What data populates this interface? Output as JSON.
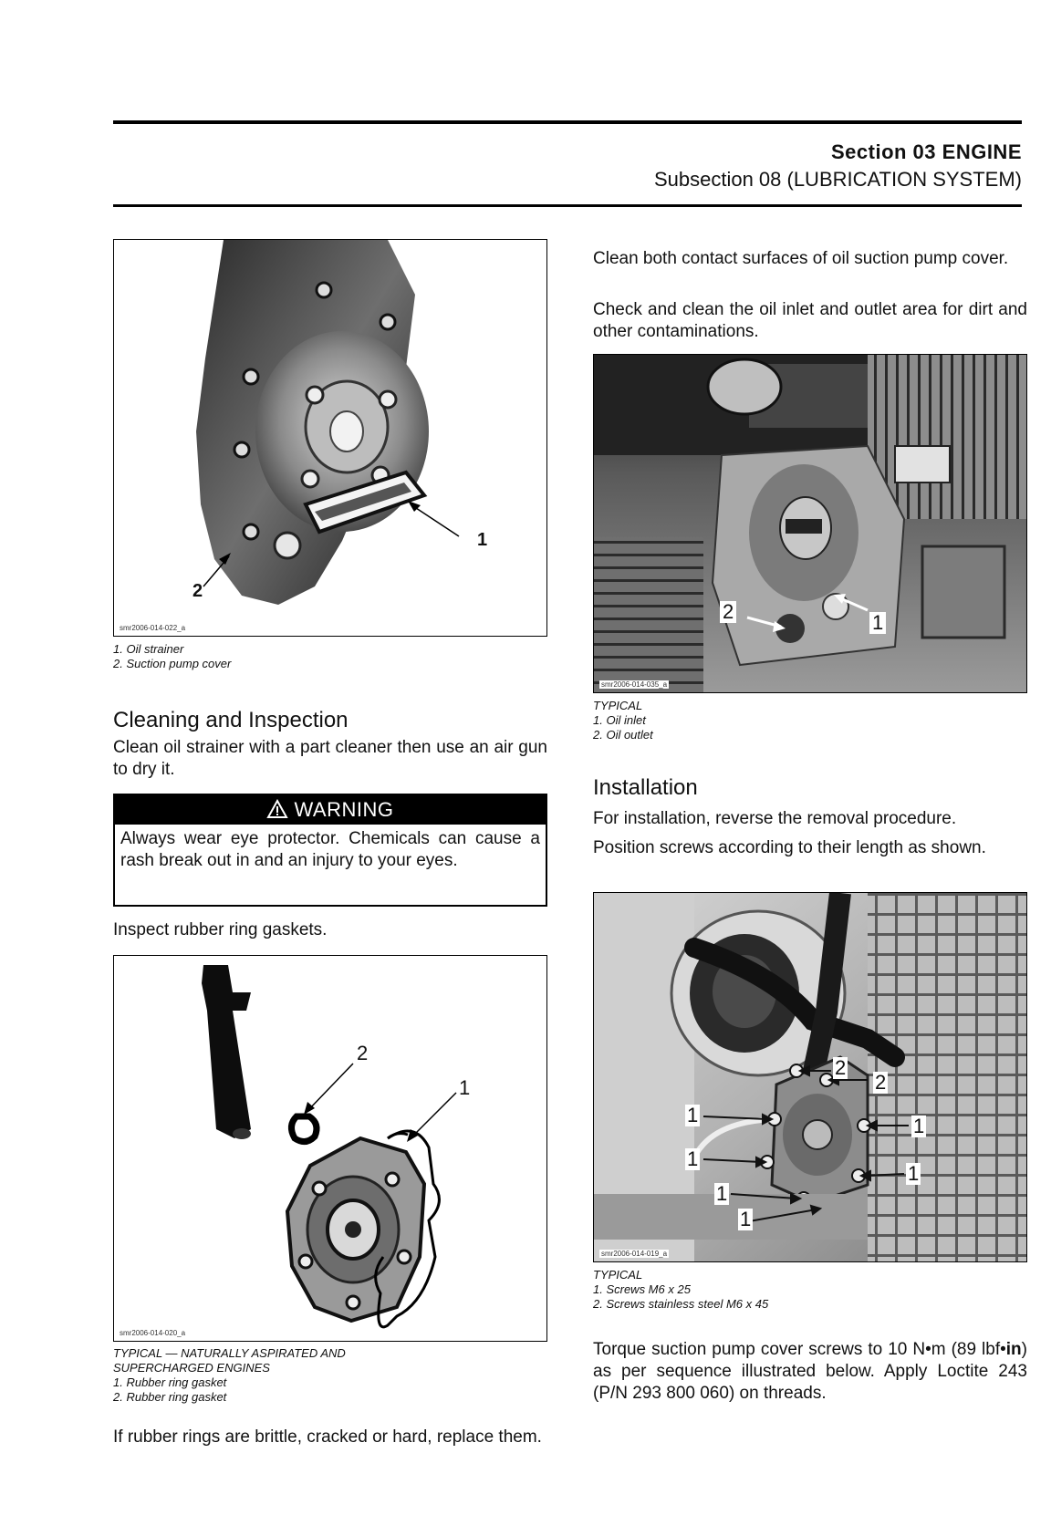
{
  "header": {
    "section": "Section 03 ENGINE",
    "subsection": "Subsection 08 (LUBRICATION SYSTEM)"
  },
  "figure1": {
    "code": "smr2006-014-022_a",
    "labels": [
      "1",
      "2"
    ],
    "caption": [
      "1. Oil strainer",
      "2. Suction pump cover"
    ]
  },
  "cleaning": {
    "heading": "Cleaning and Inspection",
    "para1": "Clean oil strainer with a part cleaner then use an air gun to dry it.",
    "warning_title": "WARNING",
    "warning_text": "Always wear eye protector. Chemicals can cause a rash break out in and an injury to your eyes.",
    "para2": "Inspect rubber ring gaskets."
  },
  "figure2": {
    "code": "smr2006-014-020_a",
    "labels": [
      "1",
      "2"
    ],
    "caption_title": "TYPICAL — NATURALLY ASPIRATED AND SUPERCHARGED ENGINES",
    "caption": [
      "1. Rubber ring gasket",
      "2. Rubber ring gasket"
    ]
  },
  "left_footer": "If rubber rings are brittle, cracked or hard, replace them.",
  "right_top": {
    "para1": "Clean both contact surfaces of oil suction pump cover.",
    "para2": "Check and clean the oil inlet and outlet area for dirt and other contaminations."
  },
  "figure3": {
    "code": "smr2006-014-035_a",
    "labels": [
      "2",
      "1"
    ],
    "caption_title": "TYPICAL",
    "caption": [
      "1. Oil inlet",
      "2. Oil outlet"
    ]
  },
  "installation": {
    "heading": "Installation",
    "para1": "For installation, reverse the removal procedure.",
    "para2": "Position screws according to their length as shown."
  },
  "figure4": {
    "code": "smr2006-014-019_a",
    "labels": [
      "2",
      "2",
      "1",
      "1",
      "1",
      "1",
      "1",
      "1"
    ],
    "caption_title": "TYPICAL",
    "caption": [
      "1. Screws M6 x 25",
      "2. Screws stainless steel M6 x 45"
    ]
  },
  "torque": {
    "pre": "Torque suction pump cover screws to 10 N",
    "unit1": "m (89 lbf",
    "unit2": "in",
    "post": ") as per sequence illustrated below. Apply Loctite 243 (P/N 293 800 060) on threads."
  }
}
